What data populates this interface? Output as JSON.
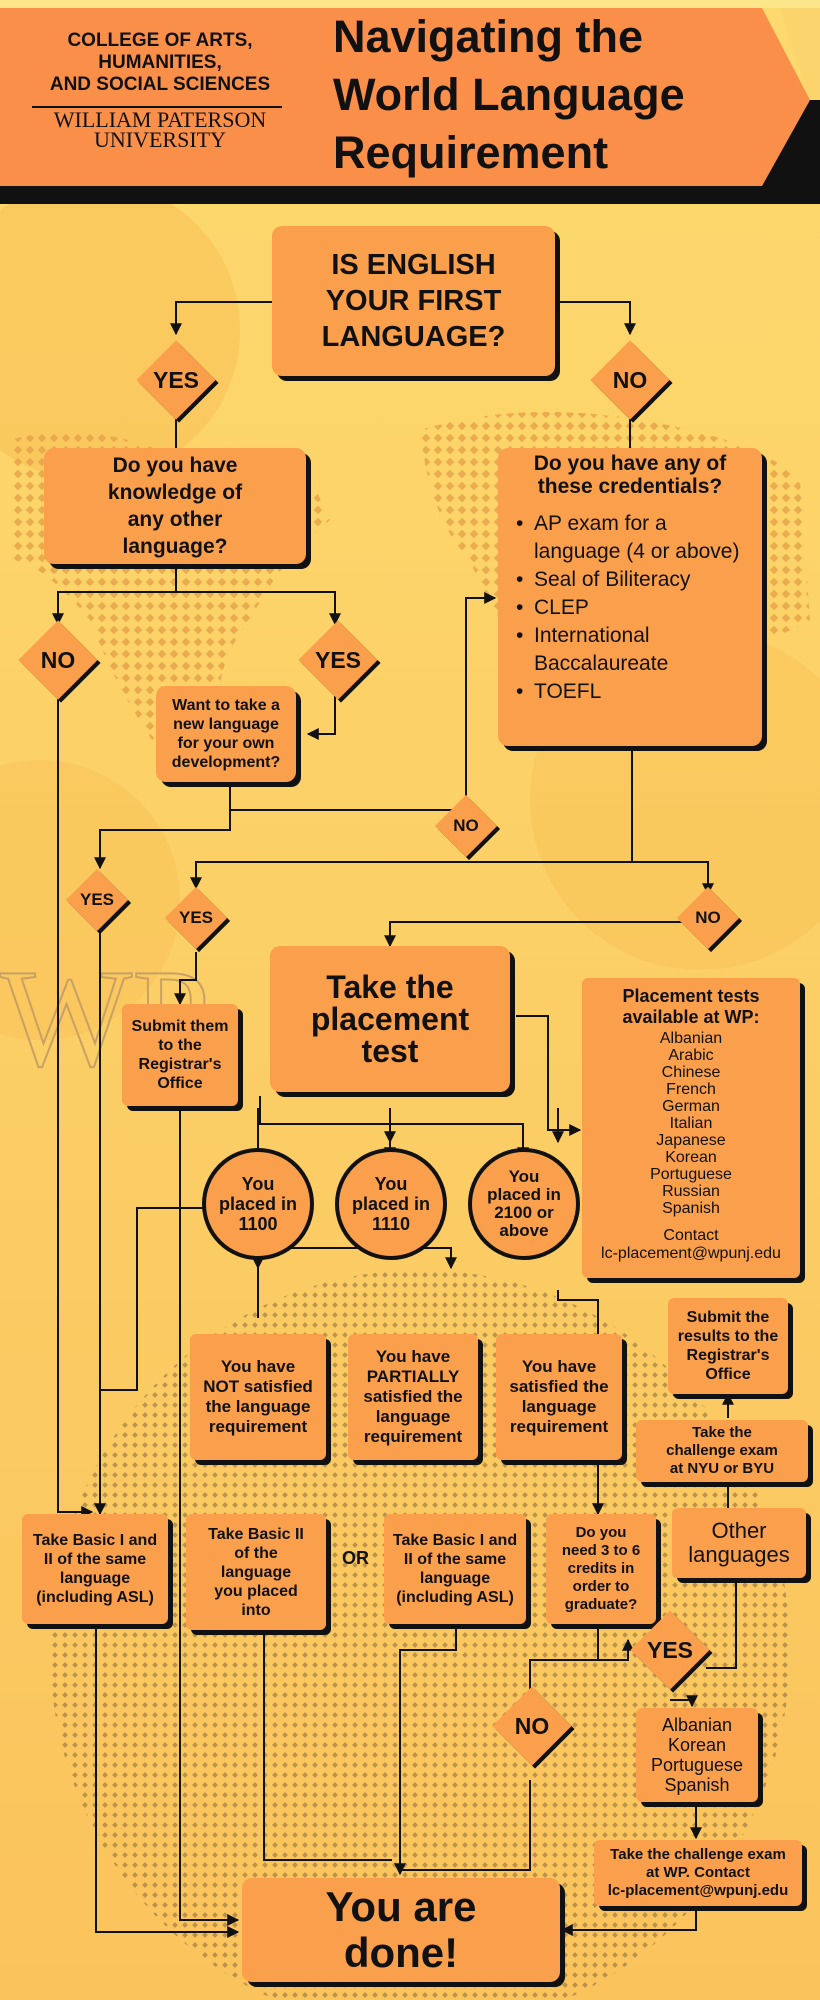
{
  "header": {
    "college": [
      "COLLEGE OF ARTS,",
      "HUMANITIES,",
      "AND SOCIAL SCIENCES"
    ],
    "university": [
      "WILLIAM PATERSON",
      "UNIVERSITY"
    ],
    "title": [
      "Navigating the",
      "World Language",
      "Requirement"
    ]
  },
  "watermark": "WP",
  "q_english": [
    "IS ENGLISH",
    "YOUR FIRST",
    "LANGUAGE?"
  ],
  "yes": "YES",
  "no": "NO",
  "q_knowledge": [
    "Do you have",
    "knowledge of",
    "any other",
    "language?"
  ],
  "q_credentials": {
    "title": [
      "Do you have any of",
      "these credentials?"
    ],
    "items": [
      "AP exam for a language (4 or above)",
      "Seal of Biliteracy",
      "CLEP",
      "International Baccalaureate",
      "TOEFL"
    ]
  },
  "q_new_language": [
    "Want to take a",
    "new language",
    "for your own",
    "development?"
  ],
  "submit_registrar": [
    "Submit them",
    "to the",
    "Registrar's",
    "Office"
  ],
  "take_placement": [
    "Take the",
    "placement",
    "test"
  ],
  "placement_tests": {
    "title": [
      "Placement tests",
      "available at WP:"
    ],
    "languages": [
      "Albanian",
      "Arabic",
      "Chinese",
      "French",
      "German",
      "Italian",
      "Japanese",
      "Korean",
      "Portuguese",
      "Russian",
      "Spanish"
    ],
    "contact_label": "Contact",
    "contact_email": "lc-placement@wpunj.edu"
  },
  "placed_1100": [
    "You",
    "placed in",
    "1100"
  ],
  "placed_1110": [
    "You",
    "placed in",
    "1110"
  ],
  "placed_2100": [
    "You",
    "placed in",
    "2100 or",
    "above"
  ],
  "not_satisfied": [
    "You have",
    "NOT satisfied",
    "the language",
    "requirement"
  ],
  "partially_satisfied": [
    "You have",
    "PARTIALLY",
    "satisfied the",
    "language",
    "requirement"
  ],
  "satisfied": [
    "You have",
    "satisfied the",
    "language",
    "requirement"
  ],
  "submit_results": [
    "Submit the",
    "results to the",
    "Registrar's",
    "Office"
  ],
  "challenge_nyu": [
    "Take the",
    "challenge exam",
    "at NYU or BYU"
  ],
  "other_languages": [
    "Other",
    "languages"
  ],
  "basic_1_2_left": [
    "Take Basic I and",
    "II of the same",
    "language",
    "(including ASL)"
  ],
  "basic_2": [
    "Take Basic II",
    "of the",
    "language",
    "you placed",
    "into"
  ],
  "or_label": "OR",
  "basic_1_2_mid": [
    "Take Basic I and",
    "II of the same",
    "language",
    "(including ASL)"
  ],
  "q_credits": [
    "Do you",
    "need 3 to 6",
    "credits in",
    "order to",
    "graduate?"
  ],
  "wp_languages": [
    "Albanian",
    "Korean",
    "Portuguese",
    "Spanish"
  ],
  "challenge_wp": [
    "Take the challenge exam",
    "at WP. Contact",
    "lc-placement@wpunj.edu"
  ],
  "done": [
    "You are",
    "done!"
  ],
  "colors": {
    "box": "#fa9f4c",
    "background": "#fbd46d",
    "line": "#111111",
    "header": "#fa8f4a"
  }
}
